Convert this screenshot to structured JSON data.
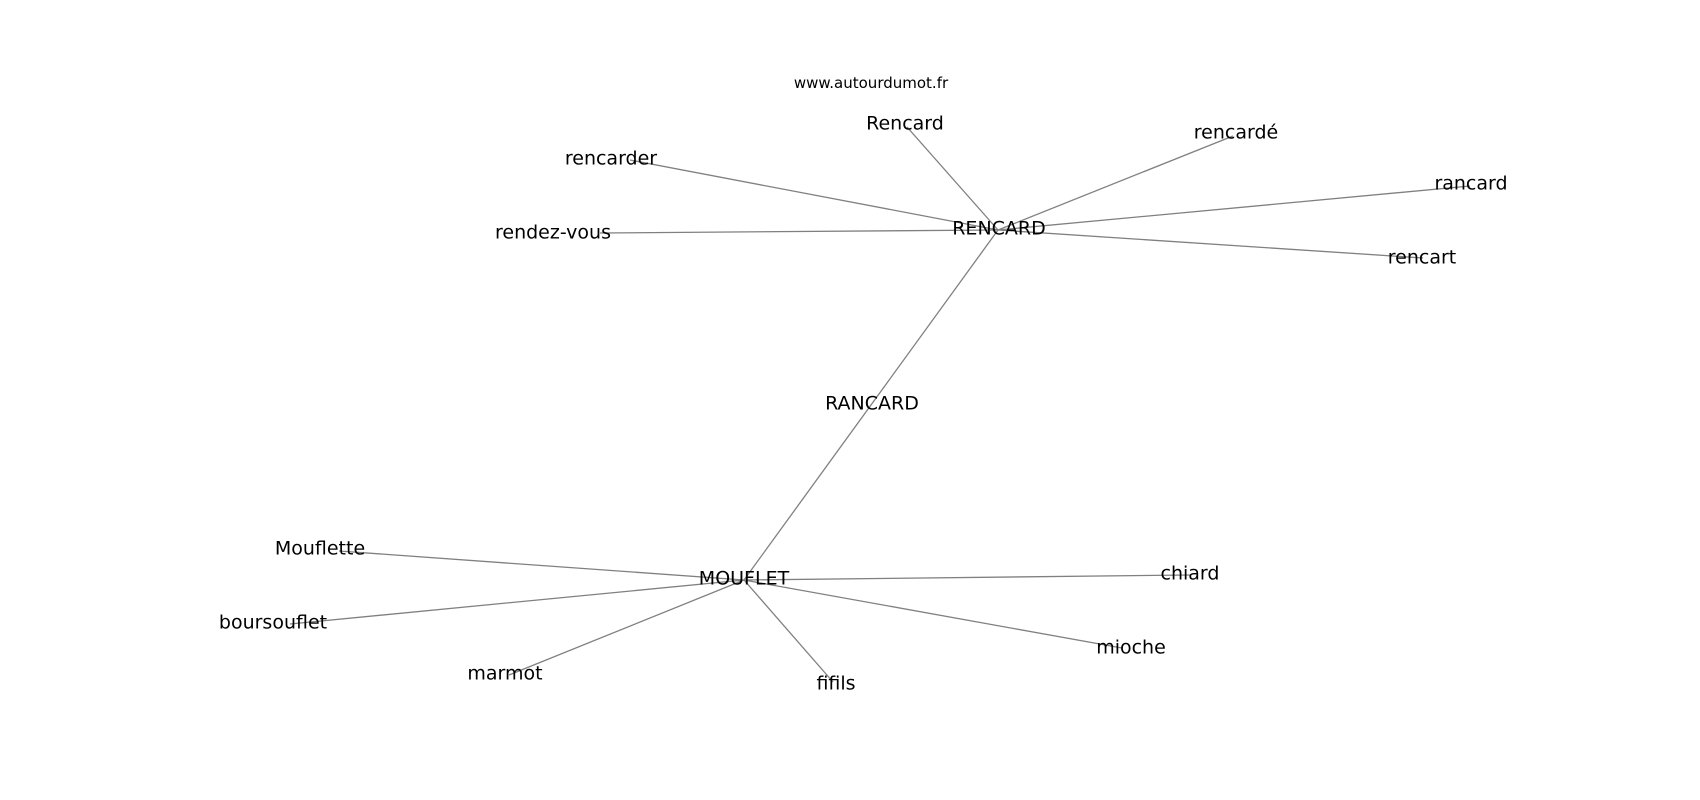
{
  "site": "www.autourdumot.fr",
  "graph": {
    "edge_color": "#808080",
    "text_color": "#000000",
    "nodes": [
      {
        "id": "rencard_upper",
        "label": "RENCARD"
      },
      {
        "id": "rancard_upper",
        "label": "RANCARD"
      },
      {
        "id": "mouflet_upper",
        "label": "MOUFLET"
      },
      {
        "id": "rencard_cap",
        "label": "Rencard"
      },
      {
        "id": "rencarde",
        "label": "rencardé"
      },
      {
        "id": "rancard",
        "label": "rancard"
      },
      {
        "id": "rencart",
        "label": "rencart"
      },
      {
        "id": "rencarder",
        "label": "rencarder"
      },
      {
        "id": "rendez_vous",
        "label": "rendez-vous"
      },
      {
        "id": "mouflette",
        "label": "Mouflette"
      },
      {
        "id": "boursouflet",
        "label": "boursouflet"
      },
      {
        "id": "marmot",
        "label": "marmot"
      },
      {
        "id": "fifils",
        "label": "fifils"
      },
      {
        "id": "mioche",
        "label": "mioche"
      },
      {
        "id": "chiard",
        "label": "chiard"
      }
    ],
    "edges": [
      [
        "rencard_upper",
        "rencard_cap"
      ],
      [
        "rencard_upper",
        "rencarde"
      ],
      [
        "rencard_upper",
        "rancard"
      ],
      [
        "rencard_upper",
        "rencart"
      ],
      [
        "rencard_upper",
        "rencarder"
      ],
      [
        "rencard_upper",
        "rendez_vous"
      ],
      [
        "rencard_upper",
        "mouflet_upper"
      ],
      [
        "mouflet_upper",
        "mouflette"
      ],
      [
        "mouflet_upper",
        "boursouflet"
      ],
      [
        "mouflet_upper",
        "marmot"
      ],
      [
        "mouflet_upper",
        "fifils"
      ],
      [
        "mouflet_upper",
        "mioche"
      ],
      [
        "mouflet_upper",
        "chiard"
      ]
    ]
  }
}
